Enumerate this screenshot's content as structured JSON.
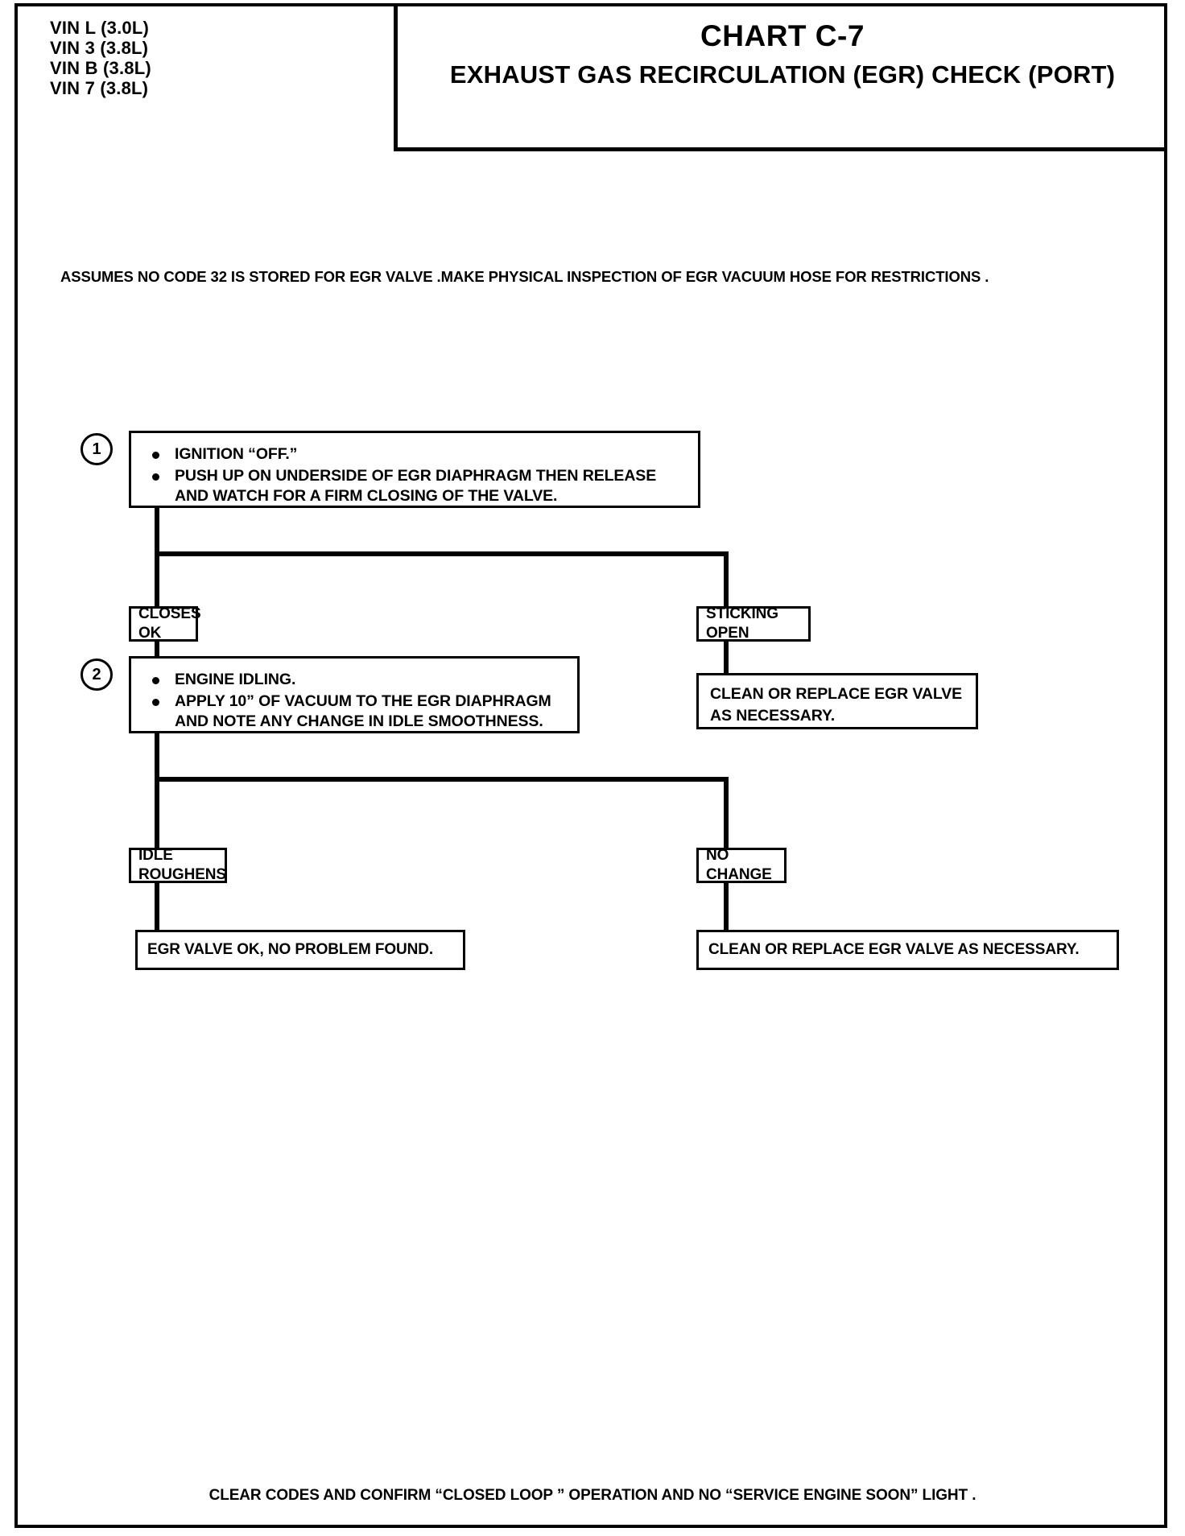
{
  "header": {
    "vin_lines": [
      "VIN L (3.0L)",
      "VIN 3 (3.8L)",
      "VIN B (3.8L)",
      "VIN 7 (3.8L)"
    ],
    "chart_number": "CHART C-7",
    "chart_title": "EXHAUST GAS RECIRCULATION (EGR) CHECK (PORT)"
  },
  "assumption_note": "ASSUMES NO CODE 32 IS STORED FOR EGR VALVE .MAKE PHYSICAL INSPECTION OF EGR VACUUM HOSE FOR RESTRICTIONS .",
  "steps": [
    {
      "number": "1",
      "bullets": [
        "IGNITION “OFF.”",
        "PUSH UP ON UNDERSIDE OF EGR DIAPHRAGM THEN RELEASE AND WATCH FOR A FIRM CLOSING OF THE VALVE."
      ]
    },
    {
      "number": "2",
      "bullets": [
        "ENGINE IDLING.",
        "APPLY 10” OF VACUUM TO THE EGR DIAPHRAGM AND NOTE ANY CHANGE IN IDLE SMOOTHNESS."
      ]
    }
  ],
  "branches": {
    "step1_left": "CLOSES OK",
    "step1_right": "STICKING OPEN",
    "step2_left": "IDLE ROUGHENS",
    "step2_right": "NO CHANGE"
  },
  "results": {
    "sticking_open_action": "CLEAN OR REPLACE EGR VALVE AS NECESSARY.",
    "idle_roughens_result": "EGR VALVE OK, NO PROBLEM FOUND.",
    "no_change_action": "CLEAN OR REPLACE EGR VALVE  AS NECESSARY."
  },
  "footer": "CLEAR CODES AND CONFIRM “CLOSED LOOP ” OPERATION AND NO “SERVICE ENGINE SOON” LIGHT ."
}
